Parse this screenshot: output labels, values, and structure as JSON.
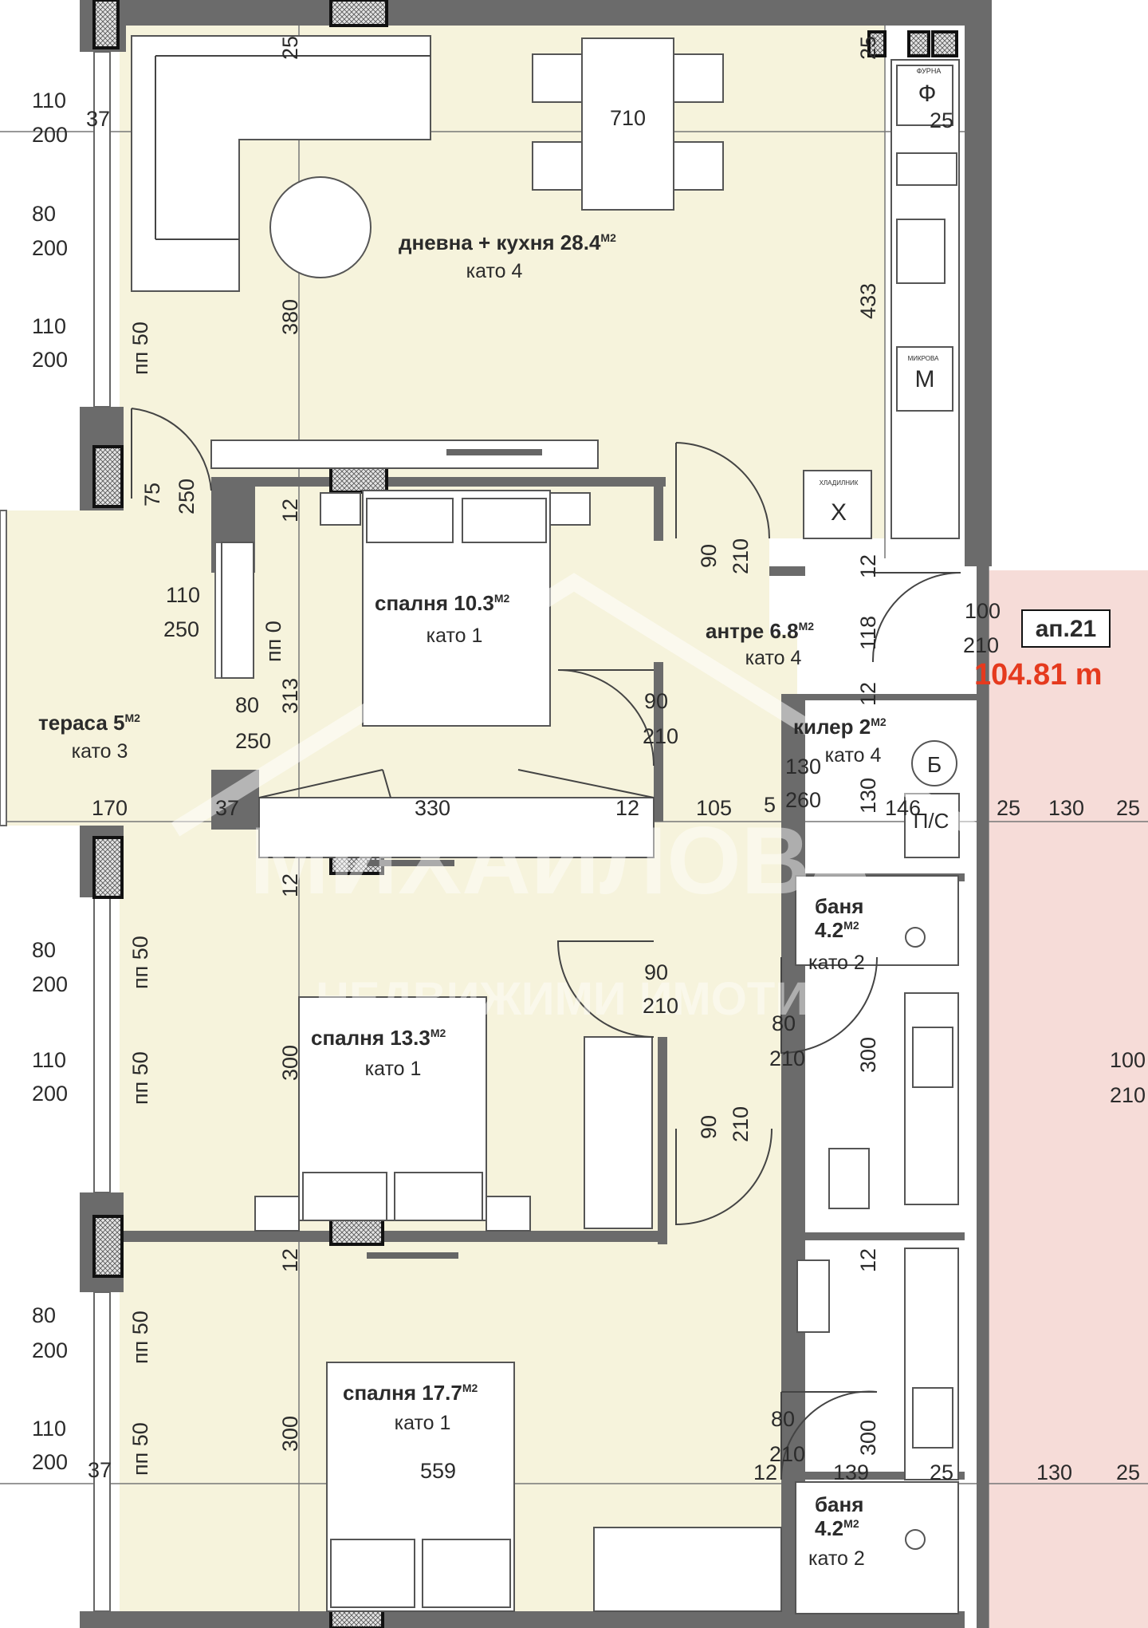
{
  "apartment": {
    "label": "ап.21",
    "area": "104.81 m",
    "accent_color": "#e53a1e",
    "neighbor_fill": "#f6dcd8"
  },
  "rooms": {
    "living": {
      "name": "дневна + кухня 28.4",
      "sup": "M2",
      "floor": "като 4"
    },
    "bed1": {
      "name": "спалня 10.3",
      "sup": "M2",
      "floor": "като 1"
    },
    "entry": {
      "name": "антре 6.8",
      "sup": "M2",
      "floor": "като 4"
    },
    "terrace": {
      "name": "тераса 5",
      "sup": "M2",
      "floor": "като 3"
    },
    "storage": {
      "name": "килер 2",
      "sup": "M2",
      "floor": "като 4"
    },
    "bath1": {
      "name": "баня",
      "area": "4.2",
      "sup": "M2",
      "floor": "като 2"
    },
    "bed2": {
      "name": "спалня 13.3",
      "sup": "M2",
      "floor": "като 1"
    },
    "bed3": {
      "name": "спалня 17.7",
      "sup": "M2",
      "floor": "като 1"
    },
    "bath2": {
      "name": "баня",
      "area": "4.2",
      "sup": "M2",
      "floor": "като 2"
    }
  },
  "appliances": {
    "oven": "Ф",
    "microwave": "М",
    "fridge": "X",
    "boiler": "Б",
    "washer": "П/С",
    "oven_caption": "ФУРНА",
    "microwave_caption": "МИКРОВА",
    "fridge_caption": "ХЛАДИЛНИК"
  },
  "watermark": {
    "line1": "МИХАЙЛОВА",
    "line2": "НЕДВИЖИМИ ИМОТИ"
  },
  "dims": {
    "d110": "110",
    "d200": "200",
    "d37": "37",
    "d80": "80",
    "d25": "25",
    "d710": "710",
    "d433": "433",
    "d380": "380",
    "d50": "50",
    "pp": "пп",
    "d75": "75",
    "d250": "250",
    "d12": "12",
    "d90": "90",
    "d210": "210",
    "d0": "0",
    "d313": "313",
    "d100": "100",
    "d118": "118",
    "d130": "130",
    "d260": "260",
    "d170": "170",
    "d330": "330",
    "d105": "105",
    "d5": "5",
    "d146": "146",
    "d300": "300",
    "d559": "559",
    "d139": "139",
    "d210b": "210"
  }
}
